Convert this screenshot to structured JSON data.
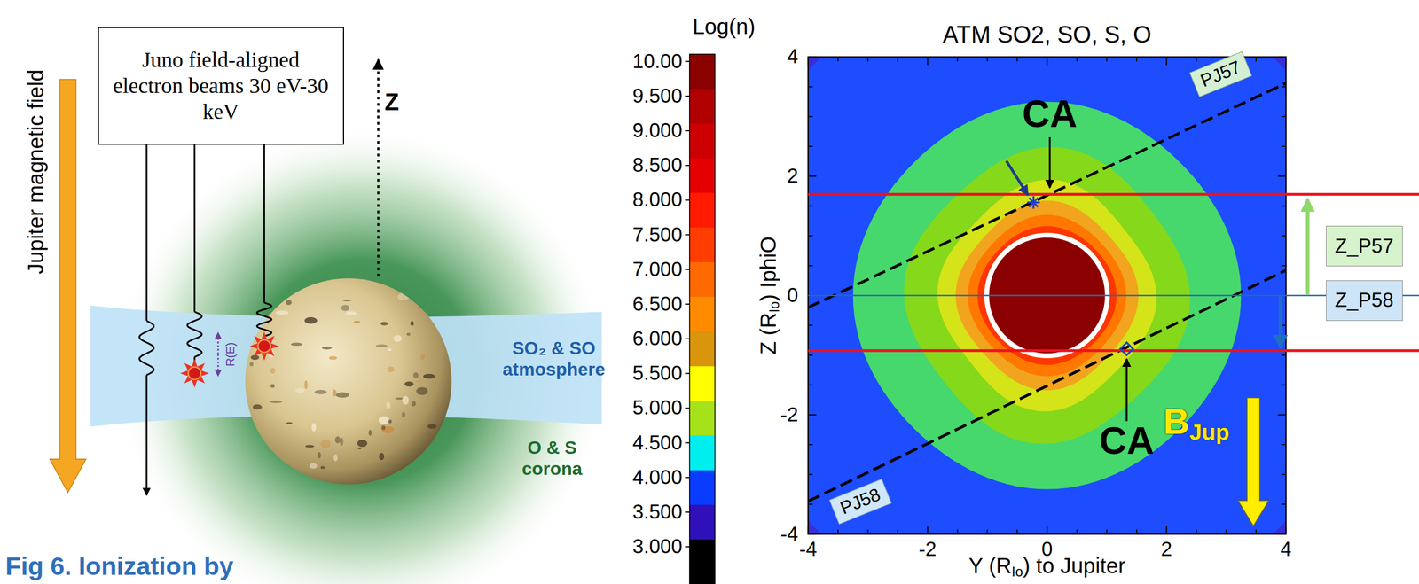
{
  "diagram": {
    "caption": "Fig 6. Ionization by",
    "nodes": [
      {
        "text": [
          "Juno field-aligned electron beams 30 eV-30 keV"
        ]
      },
      {
        "text": [
          "PJ57"
        ]
      },
      {
        "text": [
          "PJ58"
        ]
      },
      {
        "text": [
          "Z_P57"
        ]
      },
      {
        "text": [
          "Z_P58"
        ]
      }
    ],
    "edges": [],
    "labels": [
      "Jupiter magnetic field",
      "Z",
      "R(E)",
      "SO₂ & SO atmosphere",
      "O & S corona",
      "Log(n)",
      "10.00",
      "9.500",
      "9.000",
      "8.500",
      "8.000",
      "7.500",
      "7.000",
      "6.500",
      "6.000",
      "5.500",
      "5.000",
      "4.500",
      "4.000",
      "3.500",
      "3.000",
      "ATM SO2, SO, S, O",
      "CA",
      "CA",
      "4",
      "2",
      "0",
      "-2",
      "-4",
      "-4",
      "-2",
      "0",
      "2",
      "4",
      "Z (R",
      "Io",
      ") IphiO",
      "Y (R",
      "Io",
      ") to Jupiter",
      "B",
      "Jup"
    ]
  }
}
